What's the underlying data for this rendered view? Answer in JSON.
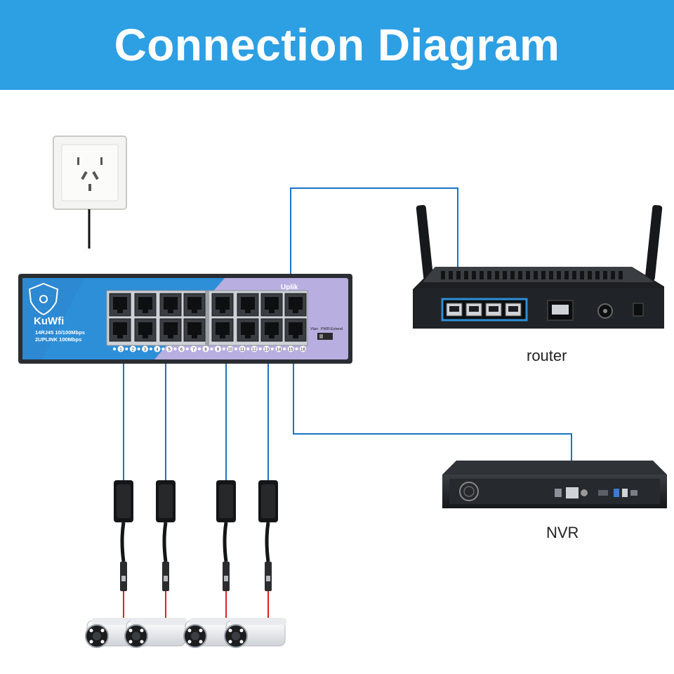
{
  "header": {
    "title": "Connection Diagram"
  },
  "switch": {
    "brand": "KuWfi",
    "spec_line_1": "14RJ45 10/100Mbps",
    "spec_line_2": "2UPLINK 100Mbps",
    "uplink_label": "Uplik",
    "switch_labels": [
      "Vlan",
      "PWR",
      "Extend"
    ],
    "port_numbers": [
      "1",
      "2",
      "3",
      "4",
      "5",
      "6",
      "7",
      "8",
      "9",
      "10",
      "11",
      "12",
      "13",
      "14",
      "15",
      "16"
    ]
  },
  "devices": {
    "router_label": "router",
    "nvr_label": "NVR"
  },
  "colors": {
    "banner": "#2d9fe3",
    "cable": "#1a73c7",
    "switch_blue": "#2d8fd8",
    "switch_purple": "#b8aee0",
    "dc_cable": "#e02020"
  }
}
